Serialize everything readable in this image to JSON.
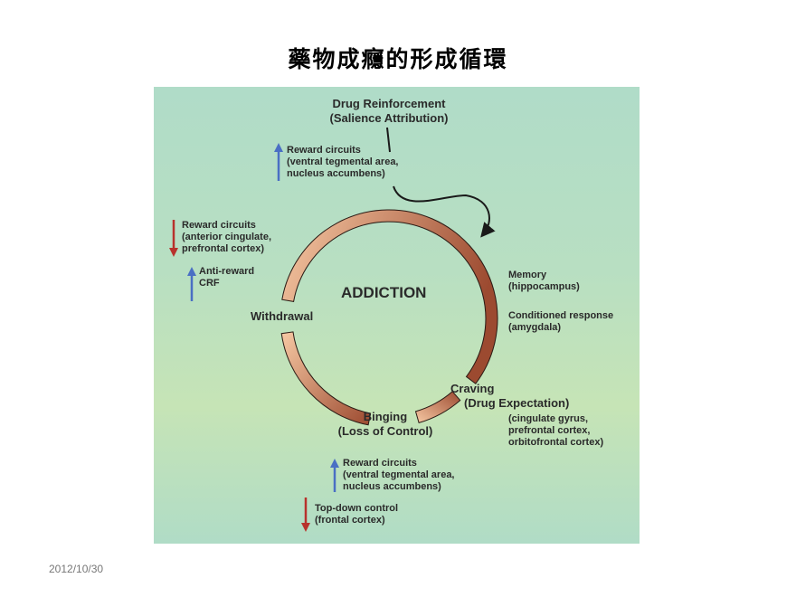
{
  "slide": {
    "title": "藥物成癮的形成循環",
    "date": "2012/10/30"
  },
  "diagram": {
    "center_label": "ADDICTION",
    "stages": {
      "reinforcement": {
        "line1": "Drug Reinforcement",
        "line2": "(Salience Attribution)"
      },
      "withdrawal": {
        "line1": "Withdrawal"
      },
      "binging": {
        "line1": "Binging",
        "line2": "(Loss of Control)"
      },
      "craving": {
        "line1": "Craving",
        "line2": "(Drug Expectation)"
      }
    },
    "annotations": {
      "reinforcement_reward": {
        "direction": "up",
        "lines": [
          "Reward circuits",
          "(ventral tegmental area,",
          "nucleus accumbens)"
        ]
      },
      "withdrawal_reward": {
        "direction": "down",
        "lines": [
          "Reward circuits",
          "(anterior cingulate,",
          "prefrontal cortex)"
        ]
      },
      "withdrawal_antireward": {
        "direction": "up",
        "lines": [
          "Anti-reward",
          "CRF"
        ]
      },
      "memory": {
        "lines": [
          "Memory",
          "(hippocampus)"
        ]
      },
      "conditioned": {
        "lines": [
          "Conditioned response",
          "(amygdala)"
        ]
      },
      "craving_regions": {
        "lines": [
          "(cingulate gyrus,",
          "prefrontal cortex,",
          "orbitofrontal cortex)"
        ]
      },
      "binging_reward": {
        "direction": "up",
        "lines": [
          "Reward circuits",
          "(ventral tegmental area,",
          "nucleus accumbens)"
        ]
      },
      "binging_topdown": {
        "direction": "down",
        "lines": [
          "Top-down control",
          "(frontal cortex)"
        ]
      }
    },
    "colors": {
      "up_arrow": "#4a6fc4",
      "down_arrow": "#b8322c",
      "arc_light": "#f7c9a4",
      "arc_dark": "#9c4a30"
    }
  }
}
